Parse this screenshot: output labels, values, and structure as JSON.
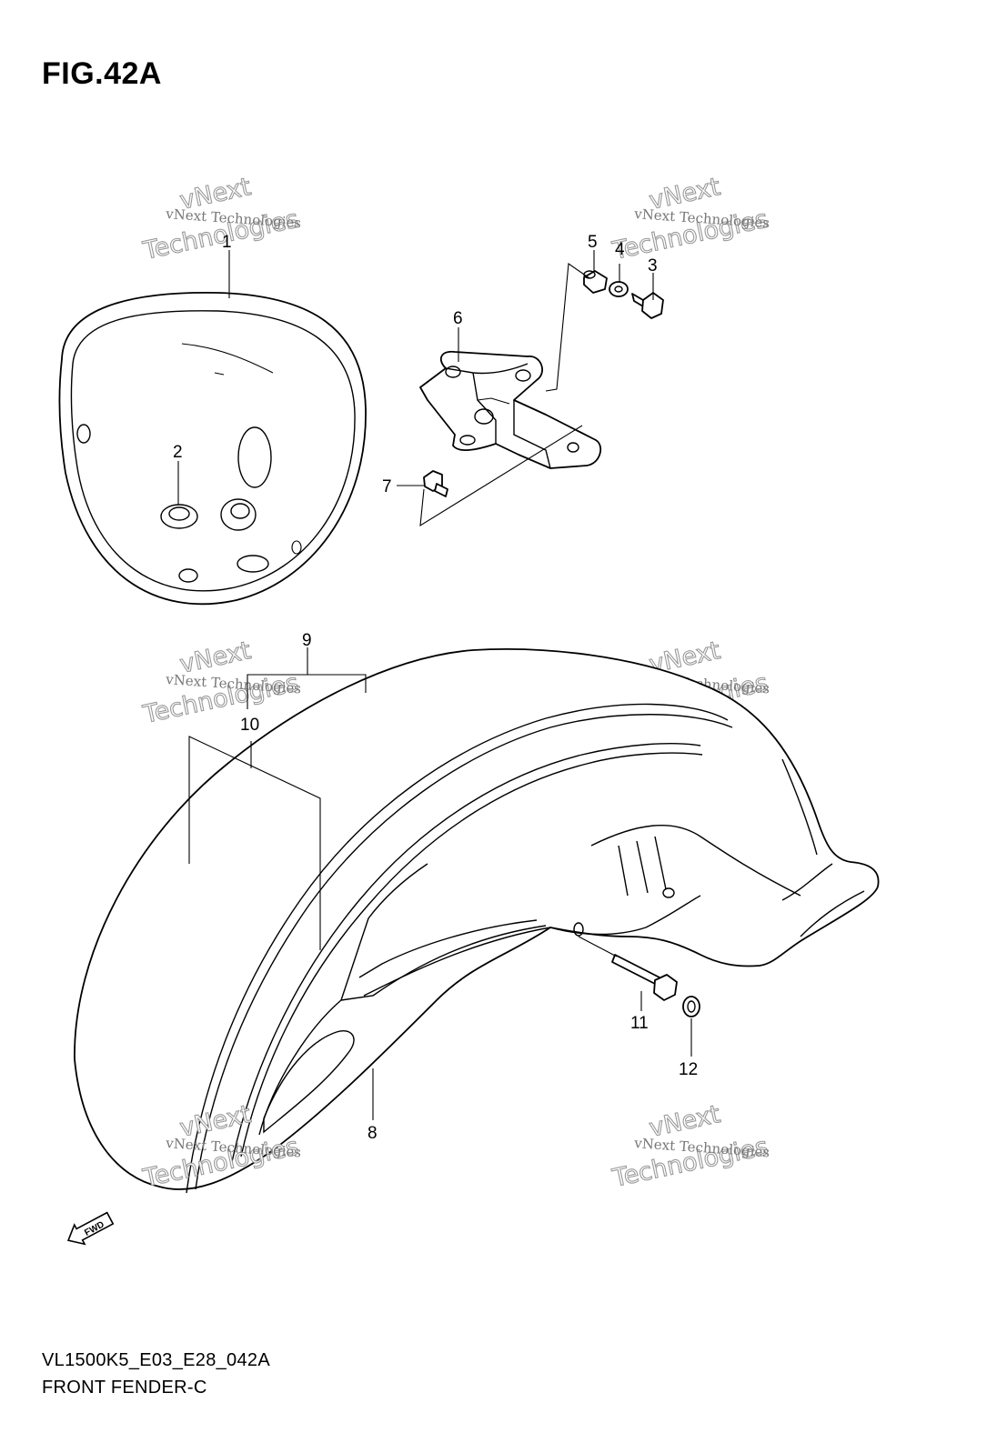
{
  "figure": {
    "title": "FIG.42A",
    "model_code": "VL1500K5_E03_E28_042A",
    "section_name": "FRONT FENDER-C"
  },
  "callouts": [
    "1",
    "2",
    "3",
    "4",
    "5",
    "6",
    "7",
    "8",
    "9",
    "10",
    "11",
    "12"
  ],
  "watermark": {
    "line1": "vNext Technologies",
    "line2": "vNext",
    "line3": "Technologies"
  },
  "fwd_label": "FWD"
}
